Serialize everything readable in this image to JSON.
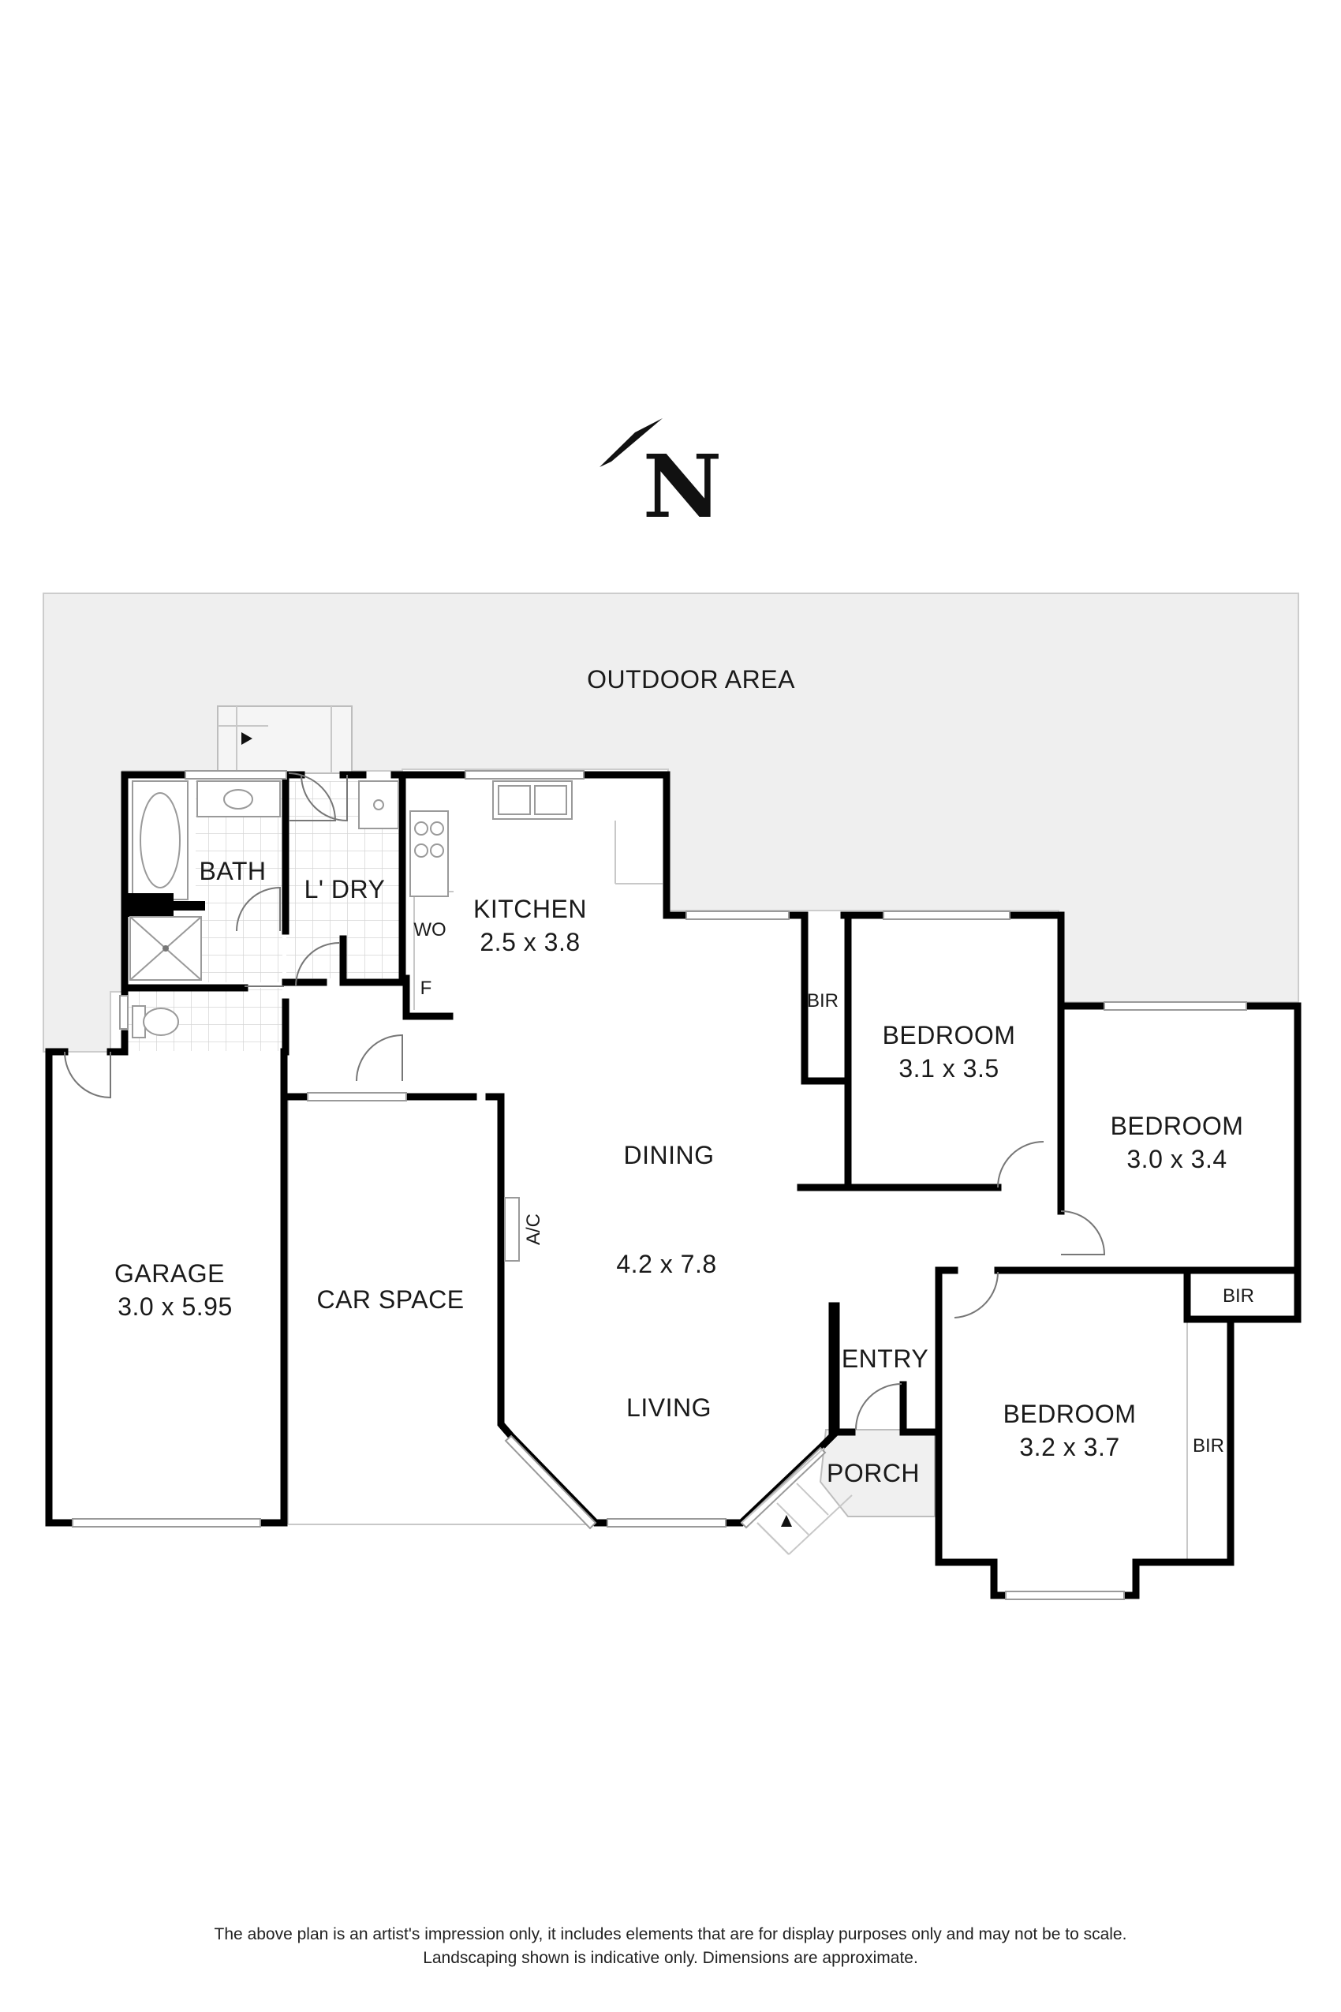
{
  "compass": {
    "letter": "N"
  },
  "labels": {
    "outdoor_area": "OUTDOOR AREA",
    "bath": "BATH",
    "laundry": "L' DRY",
    "kitchen_name": "KITCHEN",
    "kitchen_dim": "2.5 x 3.8",
    "wo": "WO",
    "fridge": "F",
    "bir_1": "BIR",
    "bedroom_1_name": "BEDROOM",
    "bedroom_1_dim": "3.1 x 3.5",
    "bedroom_2_name": "BEDROOM",
    "bedroom_2_dim": "3.0 x 3.4",
    "dining": "DINING",
    "dining_living_dim": "4.2 x 7.8",
    "living": "LIVING",
    "ac": "A/C",
    "garage_name": "GARAGE",
    "garage_dim": "3.0 x 5.95",
    "car_space": "CAR SPACE",
    "entry": "ENTRY",
    "porch": "PORCH",
    "bir_2": "BIR",
    "bir_3": "BIR",
    "bedroom_3_name": "BEDROOM",
    "bedroom_3_dim": "3.2 x 3.7"
  },
  "disclaimer": {
    "line1": "The above plan is an artist's impression only, it includes elements that are for display purposes only and may not be to scale.",
    "line2": "Landscaping shown is indicative only. Dimensions are approximate."
  },
  "colors": {
    "wall": "#000000",
    "outdoor_fill": "#efefef",
    "tile_grid": "#d6d6d6"
  }
}
